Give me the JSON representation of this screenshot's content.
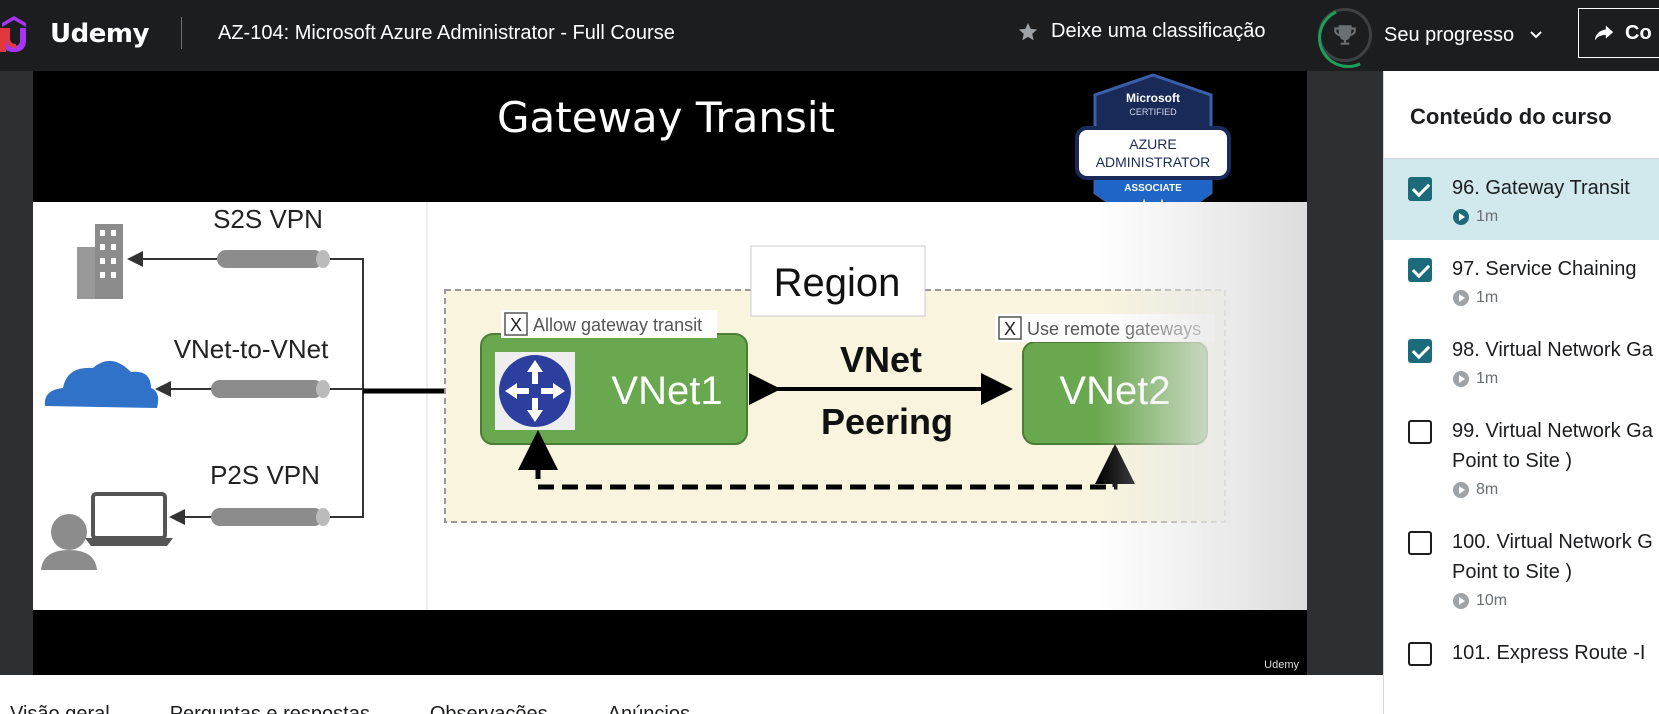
{
  "header": {
    "brand": "Udemy",
    "course_title": "AZ-104: Microsoft Azure Administrator - Full Course",
    "rate_label": "Deixe uma classificação",
    "progress_label": "Seu progresso",
    "share_label": "Co"
  },
  "slide": {
    "title": "Gateway Transit",
    "badge": {
      "line1": "Microsoft",
      "line2": "CERTIFIED",
      "line3": "AZURE",
      "line4": "ADMINISTRATOR",
      "line5": "ASSOCIATE"
    },
    "left_labels": [
      "S2S VPN",
      "VNet-to-VNet",
      "P2S VPN"
    ],
    "region_label": "Region",
    "vnet1": "VNet1",
    "vnet2": "VNet2",
    "peering_line1": "VNet",
    "peering_line2": "Peering",
    "checkbox1": "Allow gateway transit",
    "checkbox2": "Use remote gateways",
    "checkbox_mark": "X",
    "watermark": "Udemy"
  },
  "sidebar": {
    "heading": "Conteúdo do curso",
    "lectures": [
      {
        "title": "96. Gateway Transit",
        "title2": "",
        "duration": "1m",
        "done": true,
        "active": true
      },
      {
        "title": "97. Service Chaining",
        "title2": "",
        "duration": "1m",
        "done": true,
        "active": false
      },
      {
        "title": "98. Virtual Network Ga",
        "title2": "",
        "duration": "1m",
        "done": true,
        "active": false
      },
      {
        "title": "99. Virtual Network Ga",
        "title2": "Point to Site )",
        "duration": "8m",
        "done": false,
        "active": false
      },
      {
        "title": "100. Virtual Network G",
        "title2": "Point to Site )",
        "duration": "10m",
        "done": false,
        "active": false
      },
      {
        "title": "101. Express Route -I",
        "title2": "",
        "duration": "",
        "done": false,
        "active": false
      }
    ]
  },
  "bottom_tabs": [
    "Visão geral",
    "Perguntas e respostas",
    "Observações",
    "Anúncios"
  ],
  "colors": {
    "header_bg": "#1c1d1f",
    "check": "#1c6b7a",
    "active_bg": "#d1e9ec",
    "vnet_green": "#6aa84f",
    "router_blue": "#2c3e9e"
  }
}
